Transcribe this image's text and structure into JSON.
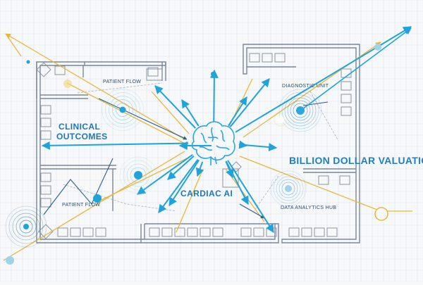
{
  "labels": {
    "patient_flow_top": "PATIENT FLOW",
    "clinical": "CLINICAL",
    "outcomes": "OUTCOMES",
    "patient_flow_bottom": "PATIENT FLOW",
    "cardiac_ai": "CARDIAC AI",
    "diagnostic_unit": "DIAGNOSTIC UNIT",
    "billion_dollar": "BILLION DOLLAR VALUATIONS",
    "data_analytics_hub": "DATA ANALYTICS HUB"
  },
  "colors": {
    "background": "#f7f8fa",
    "grid": "#dfe4ea",
    "walls": "#7c8794",
    "blue_arrow": "#1ea3dc",
    "gold_line": "#e8b73a",
    "navy": "#2c5c8a",
    "brain": "#2aa7de"
  },
  "icons": {
    "brain": "brain-icon",
    "arrow": "arrow-icon",
    "node": "signal-node-icon"
  }
}
